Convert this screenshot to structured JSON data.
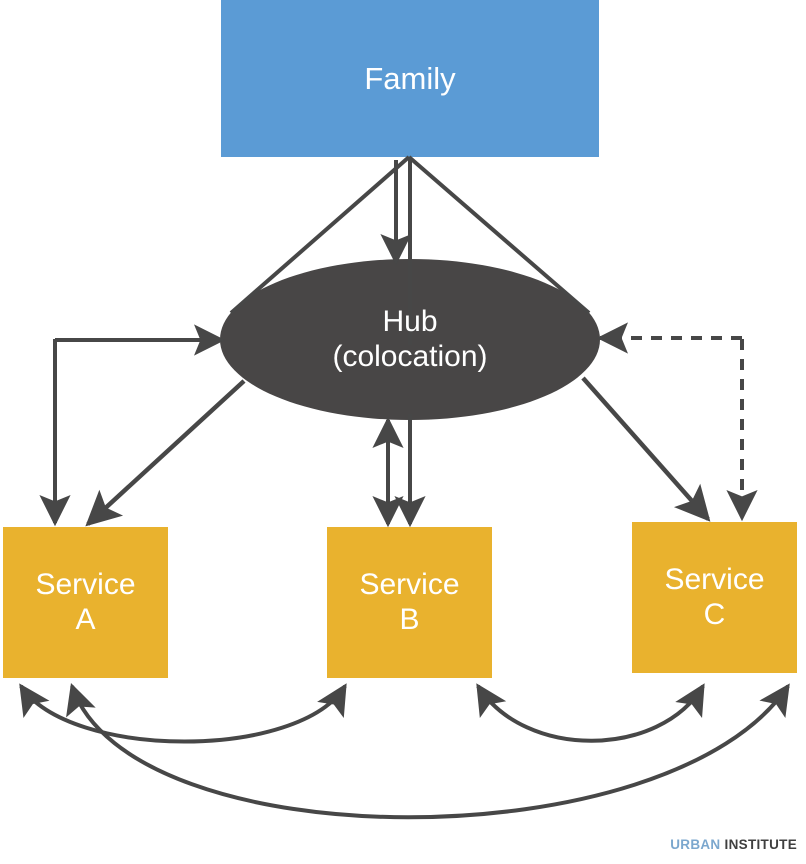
{
  "diagram": {
    "title_text": "Family / Hub (colocation) / Services network diagram",
    "colors": {
      "family_fill": "#5b9bd5",
      "hub_fill": "#484646",
      "service_fill": "#e9b22e",
      "arrow": "#474747",
      "text_on_fill": "#ffffff",
      "logo_blue": "#7BA7CE",
      "logo_gray": "#3f3f3f",
      "background": "#ffffff"
    },
    "nodes": {
      "family": {
        "label": "Family",
        "shape": "rectangle"
      },
      "hub": {
        "label": "Hub\n(colocation)",
        "shape": "ellipse"
      },
      "service_a": {
        "label": "Service\nA",
        "shape": "rectangle"
      },
      "service_b": {
        "label": "Service\nB",
        "shape": "rectangle"
      },
      "service_c": {
        "label": "Service\nC",
        "shape": "rectangle"
      }
    },
    "edges": [
      {
        "name": "family-to-hub-arrow",
        "from": "family",
        "to": "hub",
        "style": "solid",
        "arrows": "to"
      },
      {
        "name": "family-to-hub-line",
        "from": "family",
        "to": "hub",
        "style": "solid",
        "arrows": "none"
      },
      {
        "name": "family-to-hub-left-diagonal",
        "from": "family",
        "to": "hub",
        "style": "solid",
        "arrows": "none"
      },
      {
        "name": "family-to-hub-right-diagonal",
        "from": "family",
        "to": "hub",
        "style": "solid",
        "arrows": "none"
      },
      {
        "name": "service-a-elbow-to-hub",
        "from": "service_a",
        "to": "hub",
        "style": "solid",
        "arrows": "both-elbow"
      },
      {
        "name": "hub-to-service-a-diagonal",
        "from": "hub",
        "to": "service_a",
        "style": "solid",
        "arrows": "to"
      },
      {
        "name": "hub-service-b-bidirectional",
        "from": "hub",
        "to": "service_b",
        "style": "solid",
        "arrows": "both"
      },
      {
        "name": "hub-to-service-b-line",
        "from": "hub",
        "to": "service_b",
        "style": "solid",
        "arrows": "to"
      },
      {
        "name": "hub-to-service-c-diagonal",
        "from": "hub",
        "to": "service_c",
        "style": "solid",
        "arrows": "to"
      },
      {
        "name": "service-c-elbow-to-hub-dashed",
        "from": "service_c",
        "to": "hub",
        "style": "dashed",
        "arrows": "both-elbow"
      },
      {
        "name": "service-a-service-b-curve",
        "from": "service_a",
        "to": "service_b",
        "style": "solid-curve",
        "arrows": "both"
      },
      {
        "name": "service-b-service-c-curve",
        "from": "service_b",
        "to": "service_c",
        "style": "solid-curve",
        "arrows": "both"
      },
      {
        "name": "service-a-service-c-curve",
        "from": "service_a",
        "to": "service_c",
        "style": "solid-curve",
        "arrows": "both"
      }
    ]
  },
  "logo": {
    "primary": "URBAN",
    "secondary": "INSTITUTE"
  }
}
